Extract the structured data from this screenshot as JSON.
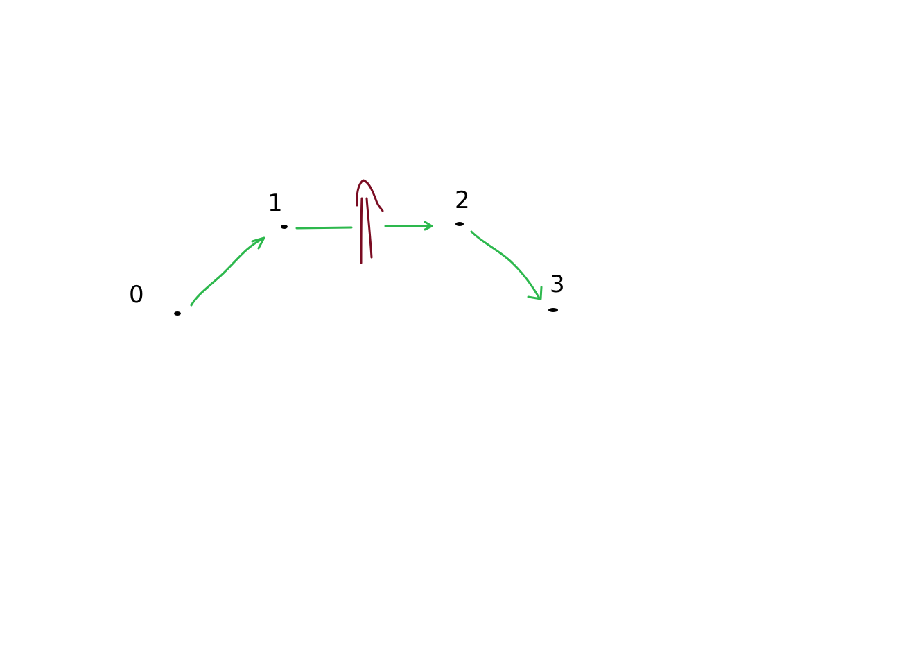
{
  "nodes": [
    {
      "id": "node-0",
      "label": "0"
    },
    {
      "id": "node-1",
      "label": "1"
    },
    {
      "id": "node-2",
      "label": "2"
    },
    {
      "id": "node-3",
      "label": "3"
    }
  ],
  "edges": [
    {
      "from": "0",
      "to": "1"
    },
    {
      "from": "1",
      "to": "2",
      "blocked": true
    },
    {
      "from": "2",
      "to": "3"
    }
  ],
  "colors": {
    "edge": "#2db84d",
    "barrier": "#7a0c22",
    "node": "#000000",
    "background": "#ffffff"
  }
}
